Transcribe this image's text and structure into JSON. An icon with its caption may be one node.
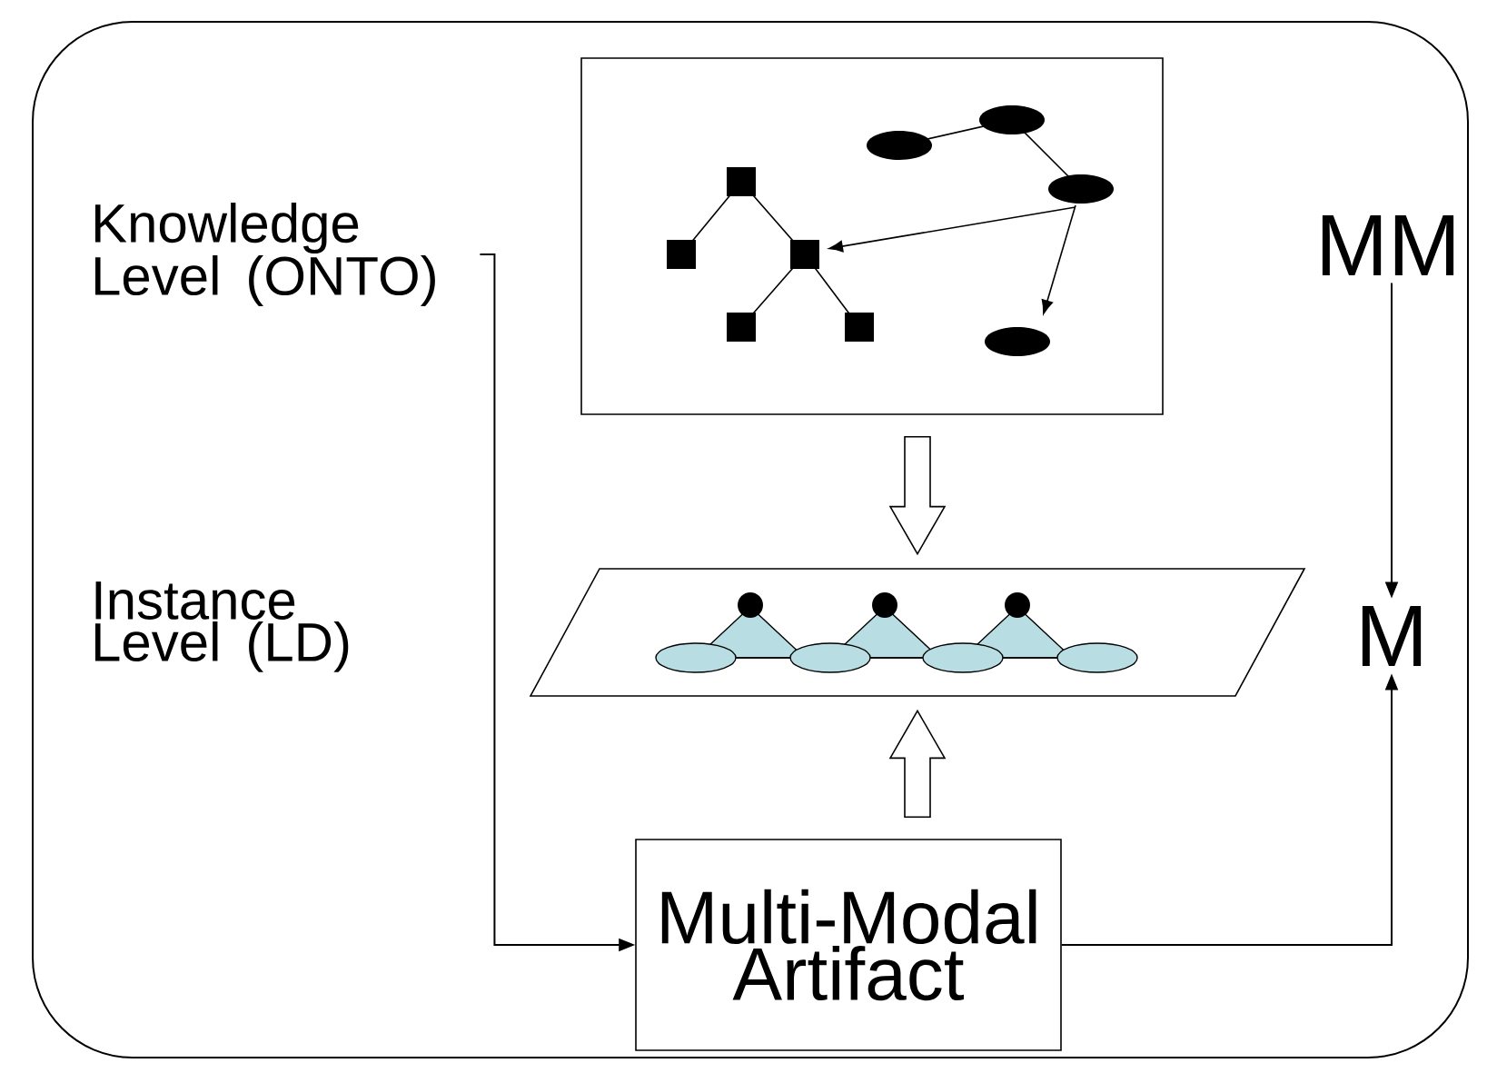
{
  "diagram": {
    "nodes": [
      {
        "text": [
          "Knowledge Level (ONTO)"
        ]
      },
      {
        "text": [],
        "shape": "box"
      },
      {
        "text": [],
        "shape": "parallelogram"
      },
      {
        "text": [
          "Multi-Modal Artifact"
        ]
      },
      {
        "text": [
          "MM"
        ]
      },
      {
        "text": [
          "M"
        ]
      }
    ],
    "edges": [
      {
        "from": 0,
        "to": 3,
        "arrow": "to"
      },
      {
        "from": 1,
        "to": 2,
        "arrow": "to",
        "style": "thick"
      },
      {
        "from": 3,
        "to": 2,
        "arrow": "to",
        "style": "thick"
      },
      {
        "from": 4,
        "to": 5,
        "arrow": "to"
      },
      {
        "from": 3,
        "to": 5,
        "arrow": "to"
      }
    ],
    "labels": [
      "Instance Level (LD)"
    ]
  }
}
